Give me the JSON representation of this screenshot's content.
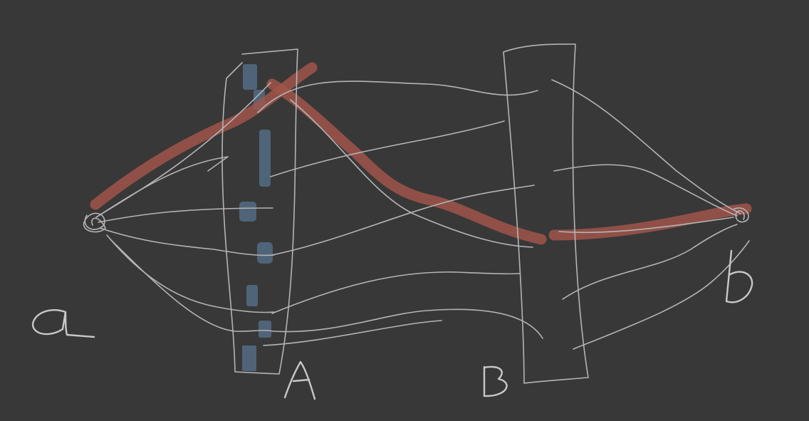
{
  "diagram": {
    "labels": {
      "source": "a",
      "target": "b",
      "plate_a": "A",
      "plate_b": "B"
    },
    "colors": {
      "background": "#383838",
      "pen": "#b4b4b4",
      "highlight_path": "#a0554a",
      "highlight_slits": "#4f6478"
    }
  }
}
